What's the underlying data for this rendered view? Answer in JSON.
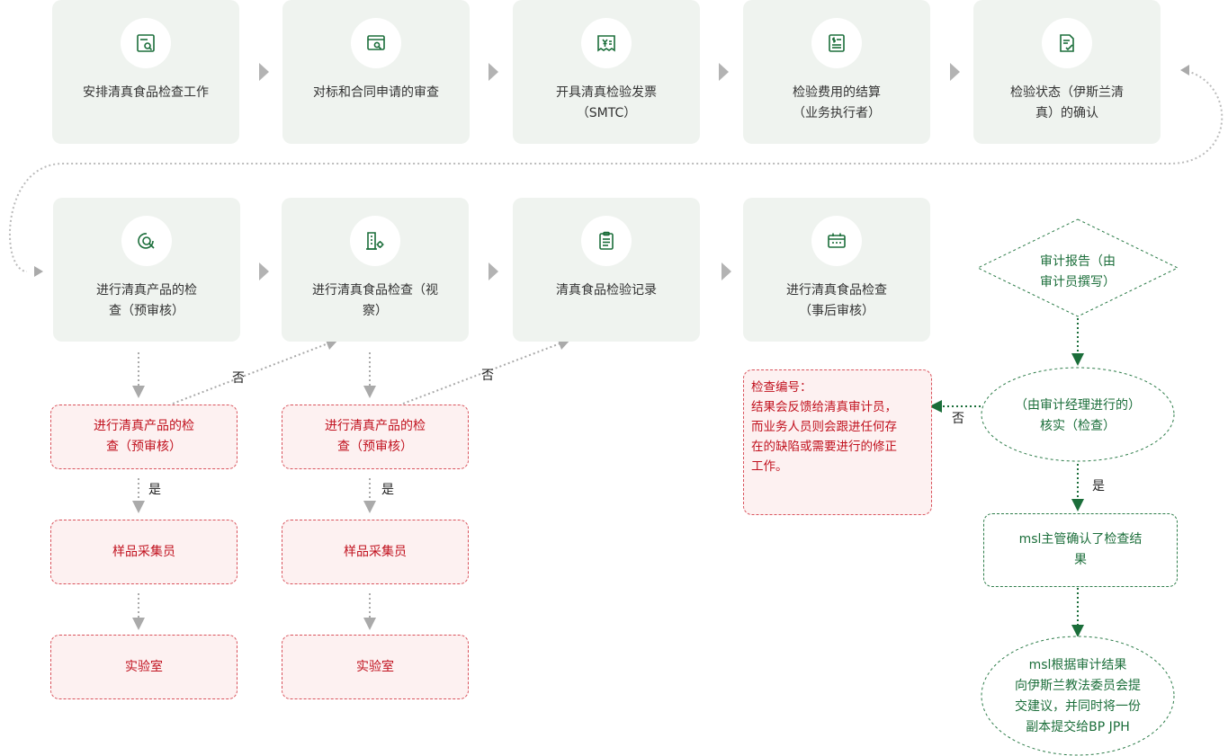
{
  "steps_row1": [
    {
      "label": "安排清真食品检查工作",
      "icon": "magnifier-document-icon"
    },
    {
      "label": "对标和合同申请的审查",
      "icon": "browser-search-icon"
    },
    {
      "label": "开具清真检验发票\n（SMTC）",
      "icon": "yen-receipt-icon"
    },
    {
      "label": "检验费用的结算\n（业务执行者）",
      "icon": "dollar-list-icon"
    },
    {
      "label": "检验状态（伊斯兰清\n真）的确认",
      "icon": "checklist-document-icon"
    }
  ],
  "steps_row2": [
    {
      "label": "进行清真产品的检\n查（预审核）",
      "icon": "search-circle-icon"
    },
    {
      "label": "进行清真食品检查（视\n察）",
      "icon": "building-gear-icon"
    },
    {
      "label": "清真食品检验记录",
      "icon": "clipboard-icon"
    },
    {
      "label": "进行清真食品检查\n（事后审核）",
      "icon": "calendar-bar-icon"
    }
  ],
  "branch_left": {
    "check": "进行清真产品的检\n查（预审核）",
    "sampler": "样品采集员",
    "lab": "实验室",
    "no_label": "否",
    "yes_label": "是"
  },
  "branch_mid": {
    "check": "进行清真产品的检\n查（预审核）",
    "sampler": "样品采集员",
    "lab": "实验室",
    "no_label": "否",
    "yes_label": "是"
  },
  "right_flow": {
    "audit_report": "审计报告（由\n审计员撰写）",
    "verification": "（由审计经理进行的）\n核实（检查）",
    "no_label": "否",
    "yes_label": "是",
    "note": "检查编号：\n结果会反馈给清真审计员，\n而业务人员则会跟进任何存\n在的缺陷或需要进行的修正\n工作。",
    "supervisor": "msl主管确认了检查结\n果",
    "final": "msl根据审计结果\n向伊斯兰教法委员会提\n交建议，并同时将一份\n副本提交给BP JPH"
  },
  "colors": {
    "green": "#1b6e3a",
    "red": "#c1121f",
    "step_bg": "#eff3ef",
    "arrow_gray": "#b3b3b3"
  }
}
